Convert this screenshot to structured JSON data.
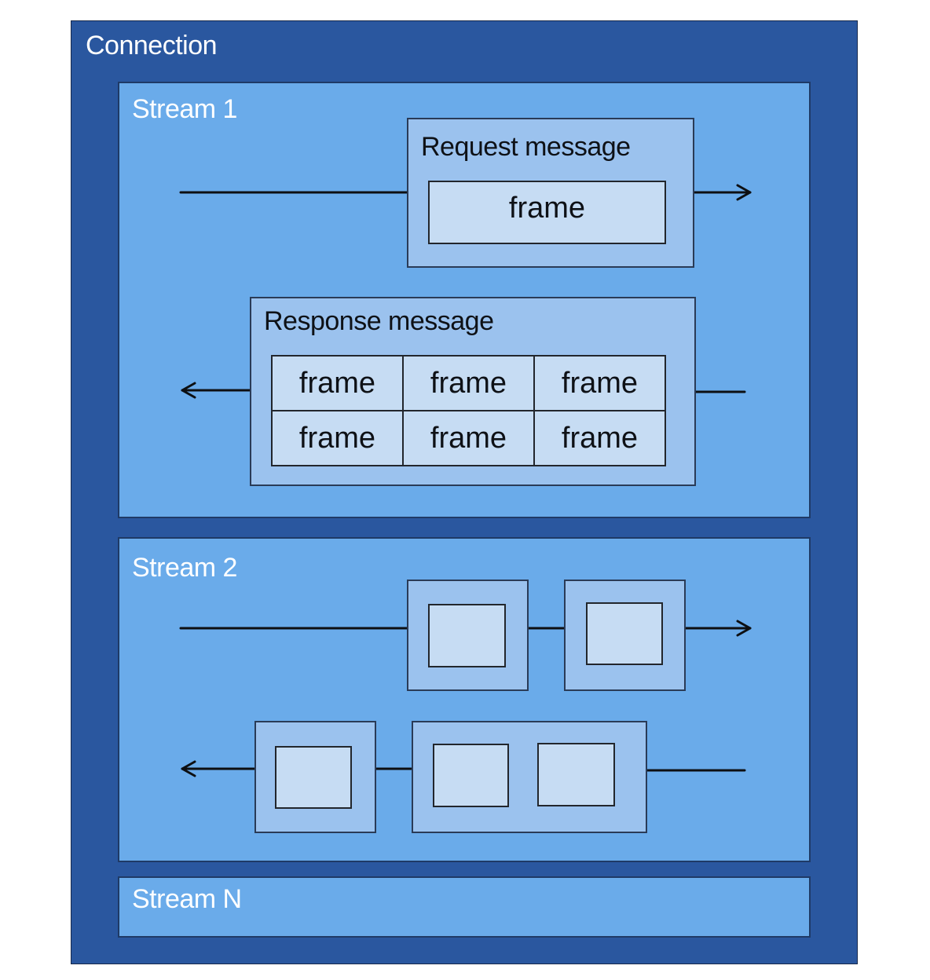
{
  "connection": {
    "label": "Connection"
  },
  "stream1": {
    "label": "Stream 1",
    "request": {
      "label": "Request message",
      "frames": [
        "frame"
      ]
    },
    "response": {
      "label": "Response message",
      "frames": [
        "frame",
        "frame",
        "frame",
        "frame",
        "frame",
        "frame"
      ]
    }
  },
  "stream2": {
    "label": "Stream 2"
  },
  "streamN": {
    "label": "Stream N"
  },
  "colors": {
    "connection": "#2a579f",
    "stream": "#6aabea",
    "message": "#9bc2ee",
    "frame": "#c6dcf3"
  }
}
